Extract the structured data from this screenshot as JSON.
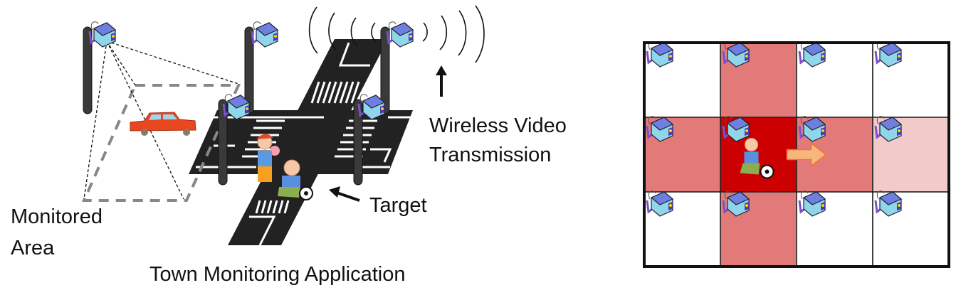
{
  "labels": {
    "monitored_area_line1": "Monitored",
    "monitored_area_line2": "Area",
    "target": "Target",
    "wireless_line1": "Wireless Video",
    "wireless_line2": "Transmission",
    "caption": "Town Monitoring Application"
  },
  "grid": {
    "rows": 3,
    "cols": 4,
    "levels": [
      [
        0,
        1,
        0,
        0
      ],
      [
        1,
        3,
        1,
        0.5
      ],
      [
        0,
        1,
        0,
        0
      ]
    ],
    "target_cell": [
      1,
      1
    ],
    "motion_direction": "right"
  },
  "colors": {
    "level_0": "#ffffff",
    "level_0.5": "#f3caca",
    "level_1": "#e27a7a",
    "level_3": "#cc0000",
    "road": "#222222",
    "pole": "#3a3a3a",
    "camera_body": "#8fd6ea",
    "camera_top": "#6f7fe0",
    "car": "#e8481f",
    "arrow": "#f7b77c"
  }
}
